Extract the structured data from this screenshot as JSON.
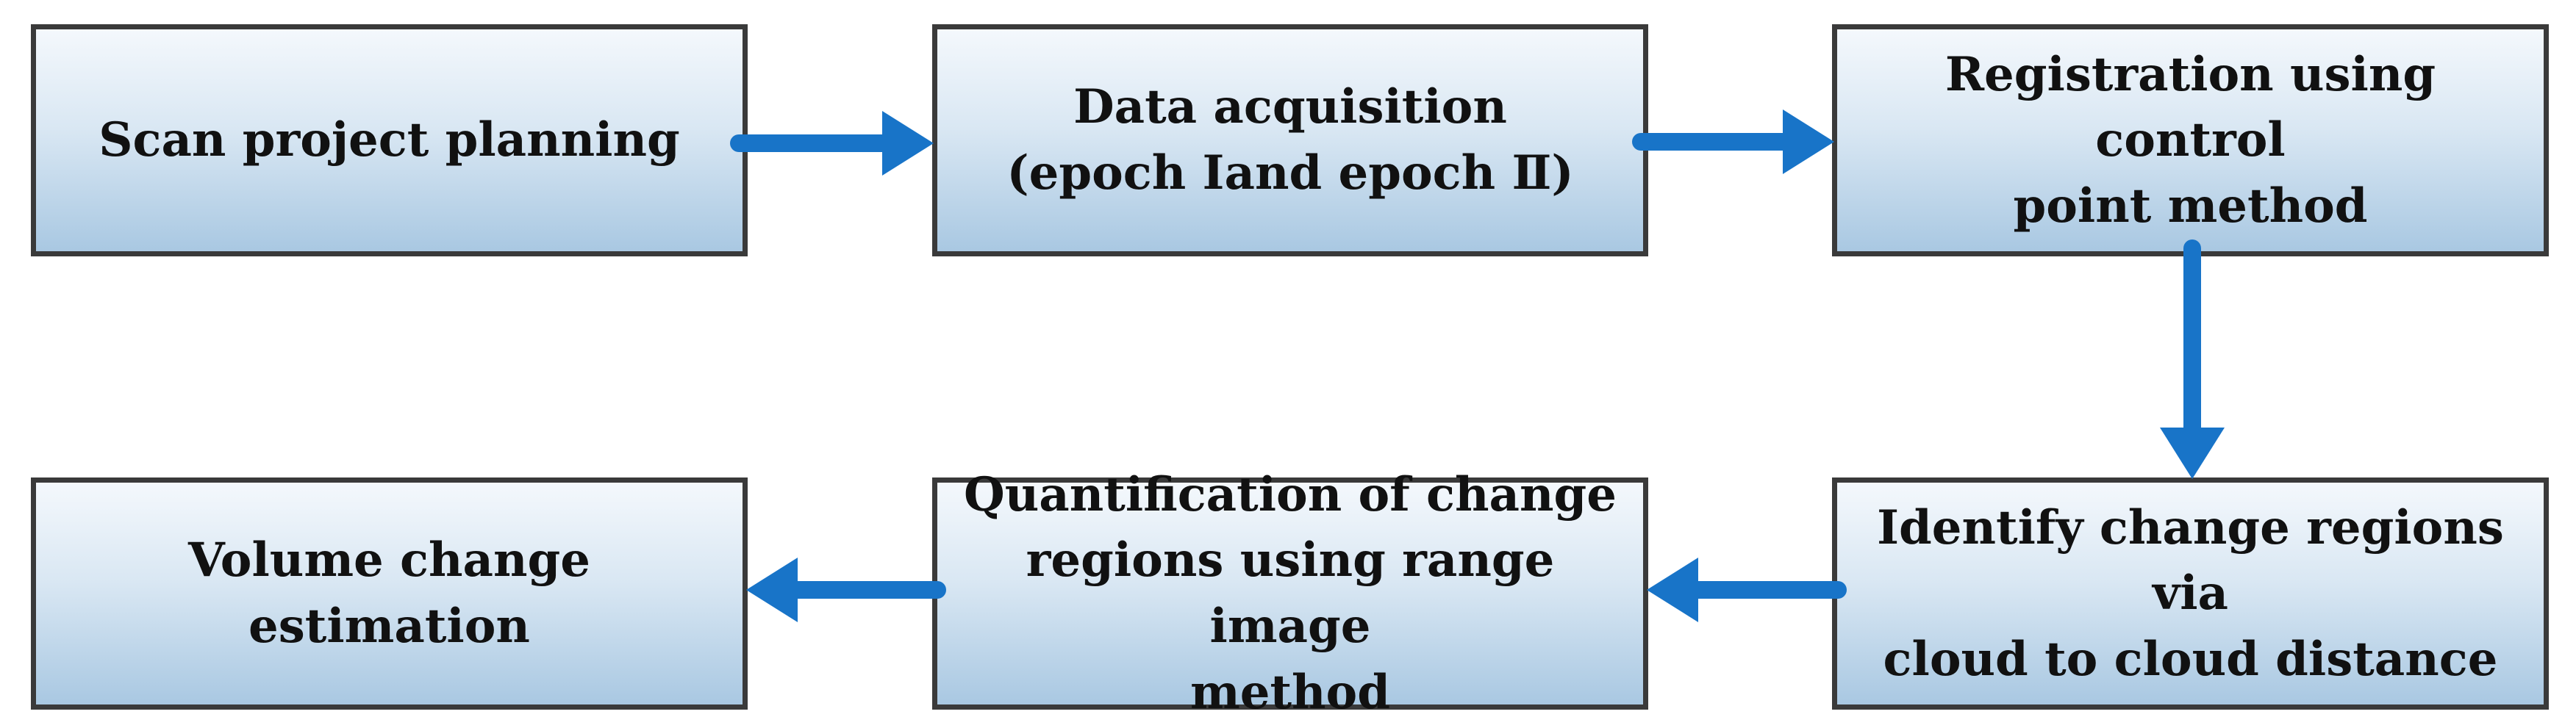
{
  "diagram": {
    "accent_color": "#1874c8",
    "steps": [
      {
        "id": "b1",
        "label": "Scan project planning"
      },
      {
        "id": "b2",
        "label": "Data acquisition\n(epoch  Ⅰand epoch  Ⅱ)"
      },
      {
        "id": "b3",
        "label": "Registration using control\npoint method"
      },
      {
        "id": "b4",
        "label": "Identify change regions via\ncloud to cloud distance"
      },
      {
        "id": "b5",
        "label": "Quantification of change\nregions using range image\nmethod"
      },
      {
        "id": "b6",
        "label": "Volume change estimation"
      }
    ],
    "flow": [
      {
        "from": "b1",
        "to": "b2"
      },
      {
        "from": "b2",
        "to": "b3"
      },
      {
        "from": "b3",
        "to": "b4"
      },
      {
        "from": "b4",
        "to": "b5"
      },
      {
        "from": "b5",
        "to": "b6"
      }
    ]
  }
}
